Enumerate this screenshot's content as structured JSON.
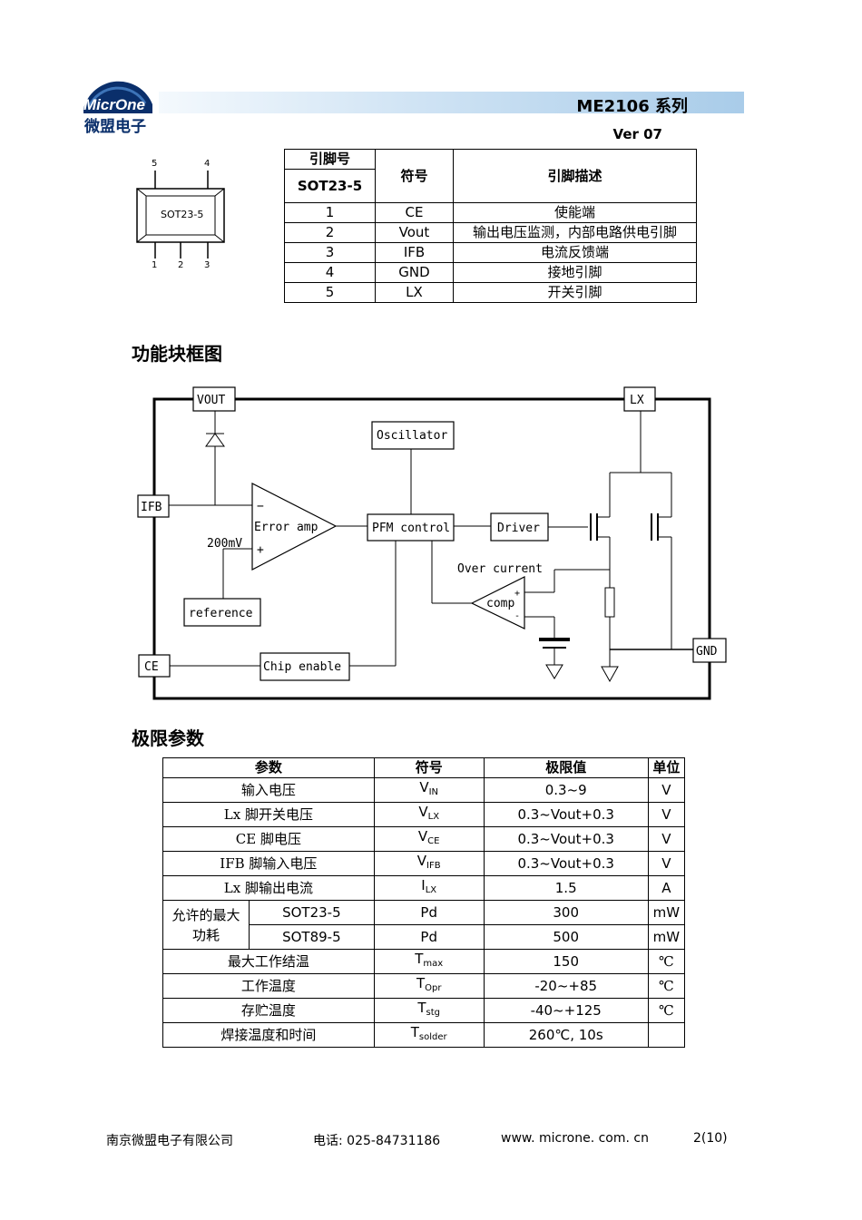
{
  "header": {
    "logo_text": "MicrOne",
    "logo_sub": "微盟电子",
    "title": "ME2106 系列",
    "version": "Ver 07"
  },
  "package": {
    "label": "SOT23-5",
    "top_pins": [
      "5",
      "4"
    ],
    "bottom_pins": [
      "1",
      "2",
      "3"
    ]
  },
  "pin_table": {
    "header_pin_no": "引脚号",
    "header_package": "SOT23-5",
    "header_symbol": "符号",
    "header_desc": "引脚描述",
    "rows": [
      {
        "pin": "1",
        "symbol": "CE",
        "desc": "使能端"
      },
      {
        "pin": "2",
        "symbol": "Vout",
        "desc": "输出电压监测，内部电路供电引脚"
      },
      {
        "pin": "3",
        "symbol": "IFB",
        "desc": "电流反馈端"
      },
      {
        "pin": "4",
        "symbol": "GND",
        "desc": "接地引脚"
      },
      {
        "pin": "5",
        "symbol": "LX",
        "desc": "开关引脚"
      }
    ]
  },
  "block_diagram": {
    "section_title": "功能块框图",
    "vout": "VOUT",
    "lx": "LX",
    "ifb": "IFB",
    "ce": "CE",
    "gnd": "GND",
    "oscillator": "Oscillator",
    "error_amp": "Error amp",
    "minus": "−",
    "plus": "+",
    "vref": "200mV",
    "reference": "reference",
    "pfm_control": "PFM control",
    "driver": "Driver",
    "over_current": "Over current",
    "comp": "comp",
    "chip_enable": "Chip enable"
  },
  "limits": {
    "section_title": "极限参数",
    "headers": [
      "参数",
      "符号",
      "极限值",
      "单位"
    ],
    "rows": [
      {
        "param": "输入电压",
        "sym": "V",
        "sub": "IN",
        "value": "0.3~9",
        "unit": "V"
      },
      {
        "param": "Lx 脚开关电压",
        "sym": "V",
        "sub": "LX",
        "value": "0.3~Vout+0.3",
        "unit": "V"
      },
      {
        "param": "CE 脚电压",
        "sym": "V",
        "sub": "CE",
        "value": "0.3~Vout+0.3",
        "unit": "V"
      },
      {
        "param": "IFB 脚输入电压",
        "sym": "V",
        "sub": "IFB",
        "value": "0.3~Vout+0.3",
        "unit": "V"
      },
      {
        "param": "Lx 脚输出电流",
        "sym": "I",
        "sub": "LX",
        "value": "1.5",
        "unit": "A"
      }
    ],
    "power": {
      "label": "允许的最大功耗",
      "rows": [
        {
          "pkg": "SOT23-5",
          "sym": "Pd",
          "value": "300",
          "unit": "mW"
        },
        {
          "pkg": "SOT89-5",
          "sym": "Pd",
          "value": "500",
          "unit": "mW"
        }
      ]
    },
    "rows2": [
      {
        "param": "最大工作结温",
        "sym": "T",
        "sub": "max",
        "value": "150",
        "unit": "℃"
      },
      {
        "param": "工作温度",
        "sym": "T",
        "sub": "Opr",
        "value": "-20~+85",
        "unit": "℃"
      },
      {
        "param": "存贮温度",
        "sym": "T",
        "sub": "stg",
        "value": "-40~+125",
        "unit": "℃"
      },
      {
        "param": "焊接温度和时间",
        "sym": "T",
        "sub": "solder",
        "value": "260℃, 10s",
        "unit": ""
      }
    ]
  },
  "footer": {
    "company": "南京微盟电子有限公司",
    "phone": "电话: 025-84731186",
    "website": "www. microne. com. cn",
    "page": "2(10)"
  },
  "colors": {
    "logo_blue": "#0a2f6b",
    "header_bar": "#a9cce9"
  }
}
